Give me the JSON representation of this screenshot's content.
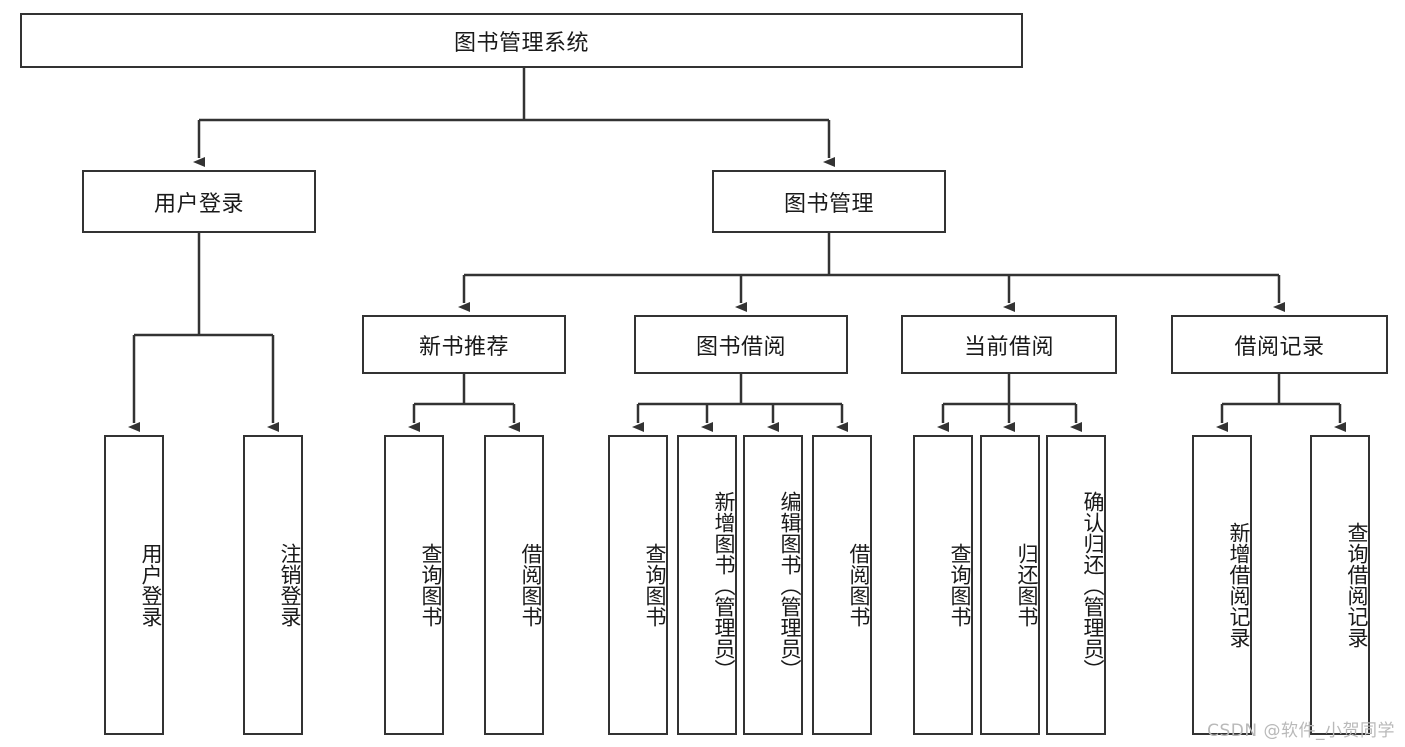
{
  "diagram": {
    "title": "图书管理系统",
    "type": "hierarchy-tree",
    "root": {
      "label": "图书管理系统"
    },
    "level1": [
      {
        "label": "用户登录"
      },
      {
        "label": "图书管理"
      }
    ],
    "level2": [
      {
        "label": "新书推荐"
      },
      {
        "label": "图书借阅"
      },
      {
        "label": "当前借阅"
      },
      {
        "label": "借阅记录"
      }
    ],
    "leaves": {
      "user_login": [
        {
          "label": "用户登录"
        },
        {
          "label": "注销登录"
        }
      ],
      "new_book_recommend": [
        {
          "label": "查询图书"
        },
        {
          "label": "借阅图书"
        }
      ],
      "book_borrow": [
        {
          "label": "查询图书"
        },
        {
          "label": "新增图书（管理员）"
        },
        {
          "label": "编辑图书（管理员）"
        },
        {
          "label": "借阅图书"
        }
      ],
      "current_borrow": [
        {
          "label": "查询图书"
        },
        {
          "label": "归还图书"
        },
        {
          "label": "确认归还（管理员）"
        }
      ],
      "borrow_records": [
        {
          "label": "新增借阅记录"
        },
        {
          "label": "查询借阅记录"
        }
      ]
    }
  },
  "watermark": {
    "text": "CSDN @软件_小贺同学"
  },
  "colors": {
    "stroke": "#333333",
    "background": "#ffffff",
    "text": "#1a1a1a",
    "watermark": "#b9b9b9"
  }
}
